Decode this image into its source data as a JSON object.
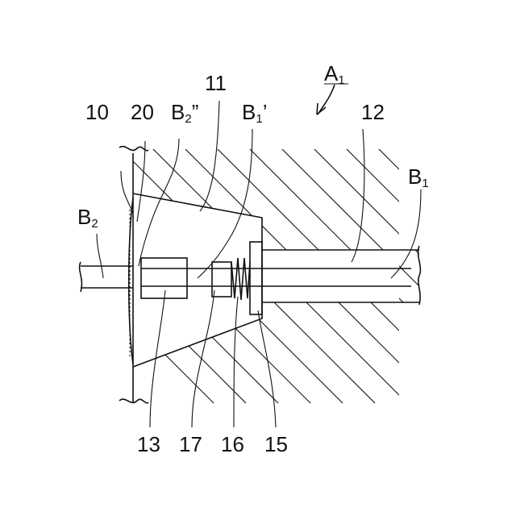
{
  "labels": {
    "a1": {
      "main": "A",
      "sub": "1"
    },
    "n11": "11",
    "n10": "10",
    "n20": "20",
    "b2pp": {
      "main": "B",
      "sub": "2",
      "suffix": "”"
    },
    "b1p": {
      "main": "B",
      "sub": "1",
      "suffix": "’"
    },
    "n12": "12",
    "b1": {
      "main": "B",
      "sub": "1"
    },
    "b2": {
      "main": "B",
      "sub": "2"
    },
    "n13": "13",
    "n17": "17",
    "n16": "16",
    "n15": "15"
  }
}
